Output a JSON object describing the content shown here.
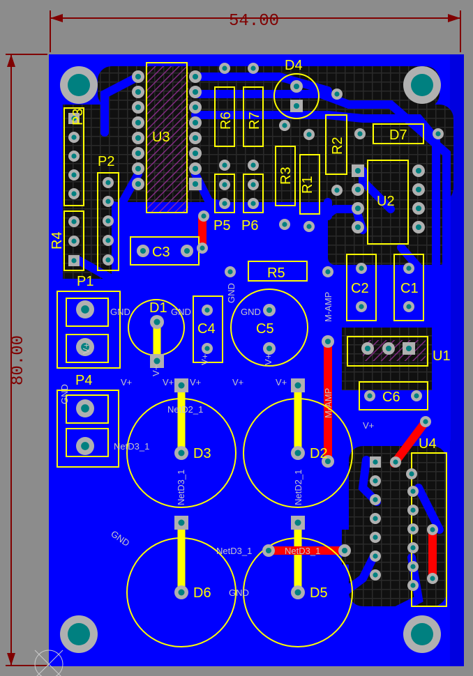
{
  "board": {
    "dim_width": "54.00",
    "dim_height": "80.00",
    "colors": {
      "background": "#8c8c8c",
      "copper_bottom": "#0000ff",
      "copper_top": "#ff0000",
      "silkscreen": "#ffff00",
      "dimension": "#800000",
      "pad": "#b0b0b0",
      "drill": "#008080",
      "hatch": "#9b2f9b"
    }
  },
  "designators": {
    "u3": "U3",
    "u2": "U2",
    "u1": "U1",
    "u4": "U4",
    "r1": "R1",
    "r2": "R2",
    "r3": "R3",
    "r4": "R4",
    "r5": "R5",
    "r6": "R6",
    "r7": "R7",
    "d1": "D1",
    "d2": "D2",
    "d3": "D3",
    "d4": "D4",
    "d5": "D5",
    "d6": "D6",
    "d7": "D7",
    "c1": "C1",
    "c2": "C2",
    "c3": "C3",
    "c4": "C4",
    "c5": "C5",
    "c6": "C6",
    "p1": "P1",
    "p2": "P2",
    "p3": "P3",
    "p4": "P4",
    "p5": "P5",
    "p6": "P6"
  },
  "nets": {
    "gnd": "GND",
    "vplus": "V+",
    "mamp": "M-AMP",
    "netd2": "NetD2_1",
    "netd3": "NetD3_1"
  }
}
